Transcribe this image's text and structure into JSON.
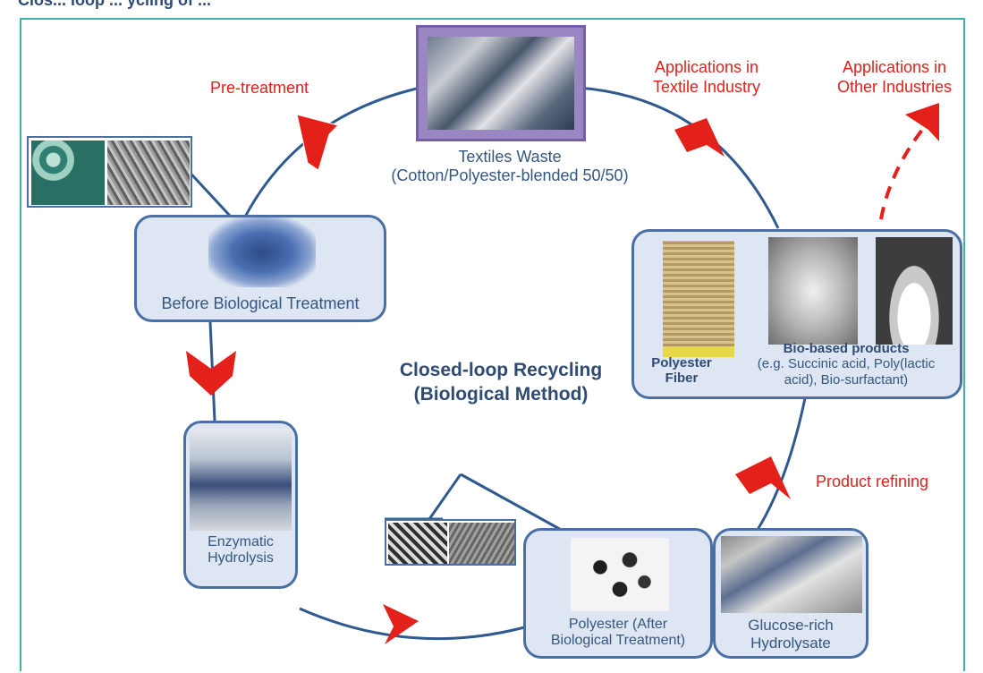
{
  "top_caption": "Clos... loop ... ycling of ...",
  "center": {
    "line1": "Closed-loop Recycling",
    "line2": "(Biological Method)"
  },
  "labels": {
    "textiles_waste_1": "Textiles Waste",
    "textiles_waste_2": "(Cotton/Polyester-blended 50/50)",
    "before_treatment": "Before Biological Treatment",
    "enzymatic_1": "Enzymatic",
    "enzymatic_2": "Hydrolysis",
    "polyester_after_1": "Polyester (After",
    "polyester_after_2": "Biological Treatment)",
    "glucose_1": "Glucose-rich",
    "glucose_2": "Hydrolysate",
    "polyester_fiber_1": "Polyester",
    "polyester_fiber_2": "Fiber",
    "bio_products_title": "Bio-based products",
    "bio_products_1": "(e.g. Succinic acid, Poly(lactic",
    "bio_products_2": "acid), Bio-surfactant)"
  },
  "steps": {
    "pretreatment": "Pre-treatment",
    "product_refining": "Product refining",
    "apps_textile_1": "Applications in",
    "apps_textile_2": "Textile Industry",
    "apps_other_1": "Applications in",
    "apps_other_2": "Other Industries"
  },
  "colors": {
    "accent_red": "#e32019",
    "box_border": "#4a6fa5",
    "box_fill": "#dde6f2",
    "frame": "#3fb3a6",
    "text_blue": "#35577f"
  }
}
